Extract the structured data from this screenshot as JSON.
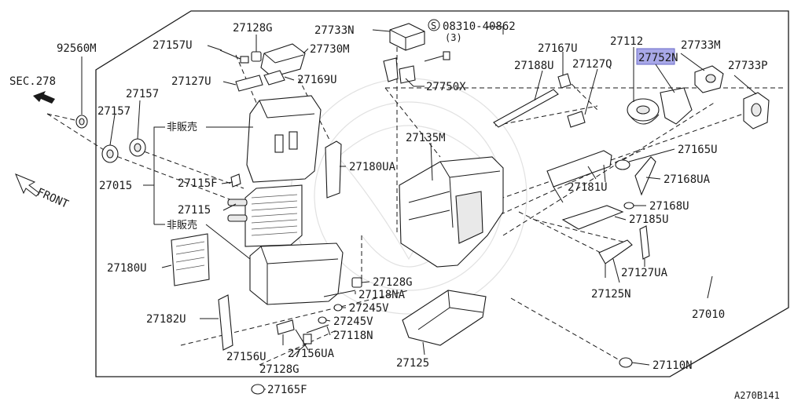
{
  "figure": {
    "code": "A270B141",
    "highlight_color": "#a8a8e8"
  },
  "labels": {
    "p92560M": "92560M",
    "sec278": "SEC.278",
    "front": "FRONT",
    "p27157a": "27157",
    "p27157b": "27157",
    "p27015": "27015",
    "p27157U": "27157U",
    "p27128G_top": "27128G",
    "p27730M": "27730M",
    "p27127U": "27127U",
    "p27169U": "27169U",
    "notsold1": "非販売",
    "notsold2": "非販売",
    "p27115F": "27115F",
    "p27115": "27115",
    "p27180UA": "27180UA",
    "p27180U": "27180U",
    "p27182U": "27182U",
    "p27156U": "27156U",
    "p27156UA": "27156UA",
    "p27128G_bot": "27128G",
    "p27165F": "27165F",
    "p27128G_mid": "27128G",
    "p27118NA": "27118NA",
    "p27245V_a": "27245V",
    "p27245V_b": "27245V",
    "p27118N": "27118N",
    "p27733N": "27733N",
    "screw_code": "08310-40862",
    "screw_qty": "(3)",
    "screw_s": "S",
    "p27750X": "27750X",
    "p27135M": "27135M",
    "p27125": "27125",
    "p27188U": "27188U",
    "p27167U": "27167U",
    "p27127Q": "27127Q",
    "p27112": "27112",
    "p27752N": "27752N",
    "p27733M": "27733M",
    "p27733P": "27733P",
    "p27165U": "27165U",
    "p27181U": "27181U",
    "p27168UA": "27168UA",
    "p27168U": "27168U",
    "p27185U": "27185U",
    "p27127UA": "27127UA",
    "p27125N": "27125N",
    "p27010": "27010",
    "p27110N": "27110N"
  }
}
